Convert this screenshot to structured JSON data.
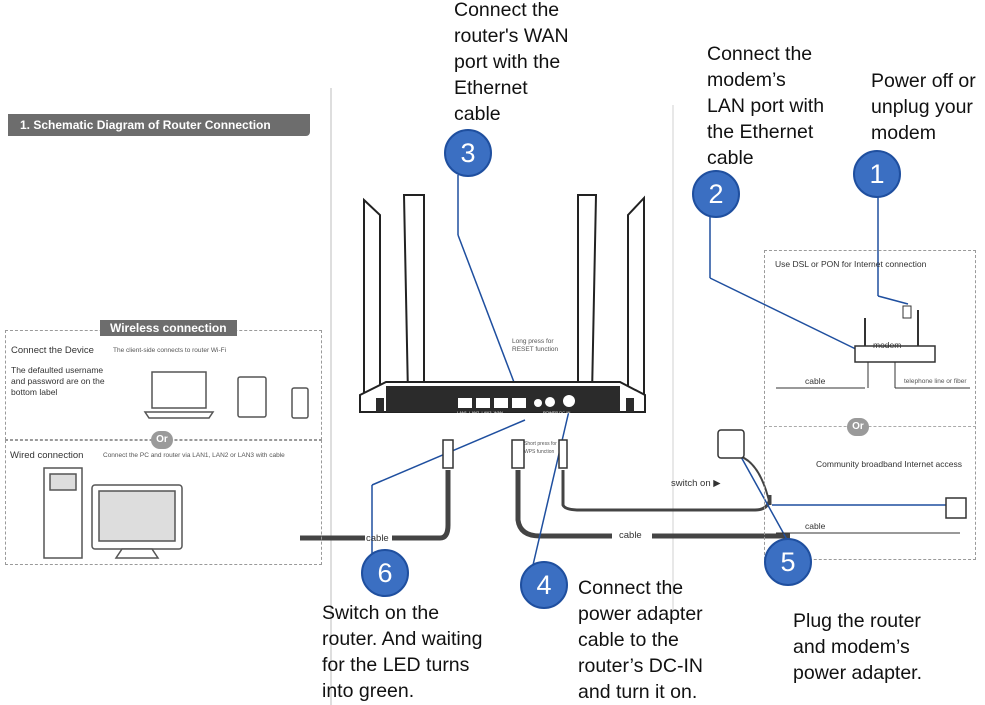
{
  "banner": {
    "title": "1. Schematic Diagram of Router Connection"
  },
  "steps": [
    {
      "number": "1",
      "text_lines": [
        "Power off or",
        "unplug your",
        "modem"
      ]
    },
    {
      "number": "2",
      "text_lines": [
        "Connect the",
        "modem’s",
        "LAN port with",
        "the Ethernet",
        "cable"
      ]
    },
    {
      "number": "3",
      "text_lines": [
        "Connect the",
        "router's WAN",
        "port with the",
        "Ethernet",
        "cable"
      ]
    },
    {
      "number": "4",
      "text_lines": [
        "Connect the",
        "power adapter",
        "cable to the",
        "router’s DC-IN",
        "and turn it on."
      ]
    },
    {
      "number": "5",
      "text_lines": [
        "Plug the router",
        "and modem’s",
        "power adapter."
      ]
    },
    {
      "number": "6",
      "text_lines": [
        "Switch on the",
        "router. And waiting",
        "for the LED turns",
        "into green."
      ]
    }
  ],
  "left_panel": {
    "wireless_title": "Wireless connection",
    "connect_device": "Connect the Device",
    "client_side": "The client-side connects to router Wi-Fi",
    "default_note": [
      "The defaulted username",
      "and password are on the",
      "bottom label"
    ],
    "or_label": "Or",
    "wired_title": "Wired connection",
    "wired_note": "Connect the PC and router via LAN1, LAN2 or LAN3 with cable"
  },
  "router": {
    "reset_note": [
      "Long press for",
      "RESET function"
    ],
    "wps_note": [
      "Short press for",
      "WPS function"
    ],
    "ports": [
      "LAN1",
      "LAN2",
      "LAN3",
      "WAN"
    ],
    "power_labels": [
      "POWER",
      "DC-IN"
    ]
  },
  "right_panel": {
    "dsl_title": "Use DSL or PON for Internet connection",
    "modem_label": "modem",
    "cable_label": "cable",
    "phone_label": "telephone line or fiber",
    "or_label": "Or",
    "community_title": "Community broadband Internet access",
    "cable_label2": "cable"
  },
  "cables": {
    "switch_on": "switch on ▶",
    "cable_center": "cable",
    "cable_left": "cable"
  },
  "colors": {
    "badge": "#3b6fc2",
    "leader_line": "#1f4f9f",
    "banner": "#6d6d6d"
  }
}
